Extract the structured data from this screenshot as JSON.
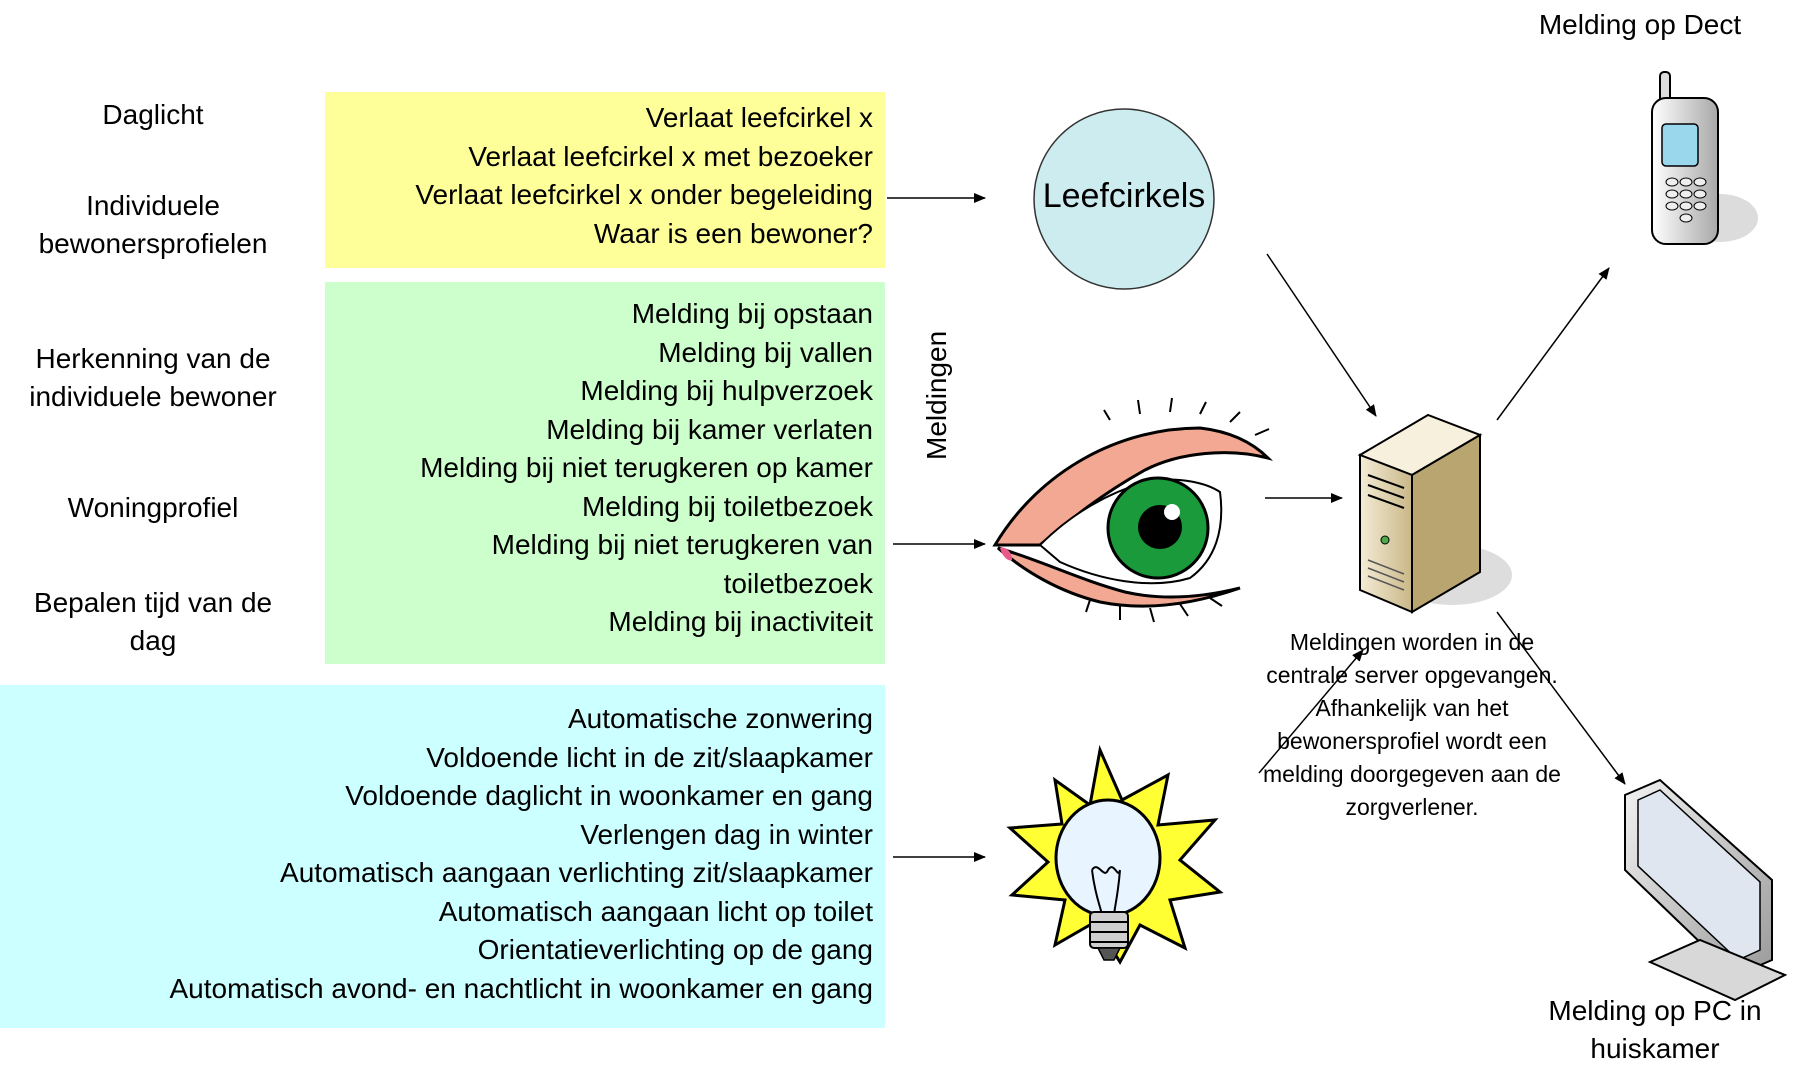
{
  "left_labels": {
    "daglicht": "Daglicht",
    "profielen_1": "Individuele",
    "profielen_2": "bewonersprofielen",
    "herkenning_1": "Herkenning van de",
    "herkenning_2": "individuele bewoner",
    "woningprofiel": "Woningprofiel",
    "tijd_1": "Bepalen tijd van de",
    "tijd_2": "dag"
  },
  "yellow_box": {
    "lines": [
      "Verlaat leefcirkel x",
      "Verlaat leefcirkel x met bezoeker",
      "Verlaat leefcirkel x onder begeleiding",
      "Waar is een bewoner?"
    ]
  },
  "green_box": {
    "lines": [
      "Melding bij opstaan",
      "Melding bij vallen",
      "Melding bij hulpverzoek",
      "Melding bij kamer verlaten",
      "Melding bij niet terugkeren op kamer",
      "Melding bij toiletbezoek",
      "Melding bij niet terugkeren van",
      "toiletbezoek",
      "Melding bij inactiviteit"
    ]
  },
  "cyan_box": {
    "lines": [
      "Automatische zonwering",
      "Voldoende licht in de zit/slaapkamer",
      "Voldoende daglicht in woonkamer en gang",
      "Verlengen dag in winter",
      "Automatisch aangaan verlichting zit/slaapkamer",
      "Automatisch aangaan licht op toilet",
      "Orientatieverlichting op de gang",
      "Automatisch avond- en nachtlicht in woonkamer en gang"
    ]
  },
  "circle_label": "Leefcirkels",
  "meldingen_vertical": "Meldingen",
  "server_caption": [
    "Meldingen worden in de",
    "centrale server opgevangen.",
    "Afhankelijk van het",
    "bewonersprofiel wordt een",
    "melding doorgegeven aan de",
    "zorgverlener."
  ],
  "dect_label": "Melding op Dect",
  "pc_label_1": "Melding op PC in",
  "pc_label_2": "huiskamer",
  "colors": {
    "yellow": "#ffff99",
    "green": "#ccffcc",
    "cyan": "#ccffff",
    "circle": "#ccecf0"
  }
}
